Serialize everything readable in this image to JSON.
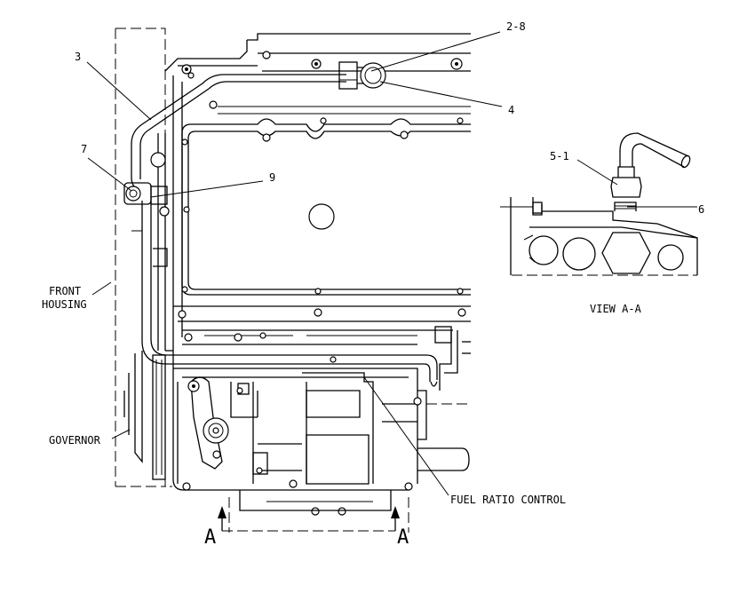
{
  "labels": {
    "part_2_8": "2-8",
    "part_3": "3",
    "part_4": "4",
    "part_7": "7",
    "part_9": "9",
    "part_5_1": "5-1",
    "part_6": "6",
    "front_housing_1": "FRONT",
    "front_housing_2": "HOUSING",
    "governor": "GOVERNOR",
    "fuel_ratio_control": "FUEL RATIO CONTROL",
    "view_title": "VIEW A-A",
    "section_left": "A",
    "section_right": "A"
  }
}
